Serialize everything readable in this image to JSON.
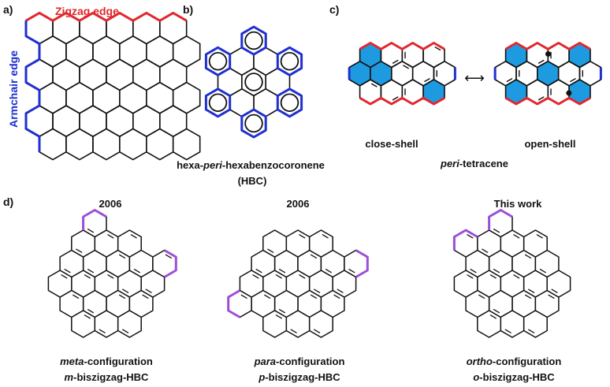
{
  "panels": {
    "a": "a)",
    "b": "b)",
    "c": "c)",
    "d": "d)"
  },
  "panel_a": {
    "zigzag_label": "Zigzag edge",
    "armchair_label": "Armchair edge"
  },
  "panel_b": {
    "name_pre": "hexa-",
    "name_italic": "peri",
    "name_post": "-hexabenzocoronene",
    "abbrev": "(HBC)"
  },
  "panel_c": {
    "left_label": "close-shell",
    "right_label": "open-shell",
    "title_italic": "peri",
    "title_post": "-tetracene",
    "arrow": "⟷"
  },
  "panel_d": {
    "molecules": [
      {
        "year": "2006",
        "config_italic": "meta",
        "config_post": "-configuration",
        "name_italic": "m",
        "name_post": "-biszigzag-HBC"
      },
      {
        "year": "2006",
        "config_italic": "para",
        "config_post": "-configuration",
        "name_italic": "p",
        "name_post": "-biszigzag-HBC"
      },
      {
        "year": "This work",
        "config_italic": "ortho",
        "config_post": "-configuration",
        "name_italic": "o",
        "name_post": "-biszigzag-HBC"
      }
    ]
  },
  "colors": {
    "zigzag": "#e0282e",
    "armchair": "#1f2fd0",
    "clar": "#1e9be0",
    "highlight": "#9b4fd6",
    "bond": "#111111"
  }
}
